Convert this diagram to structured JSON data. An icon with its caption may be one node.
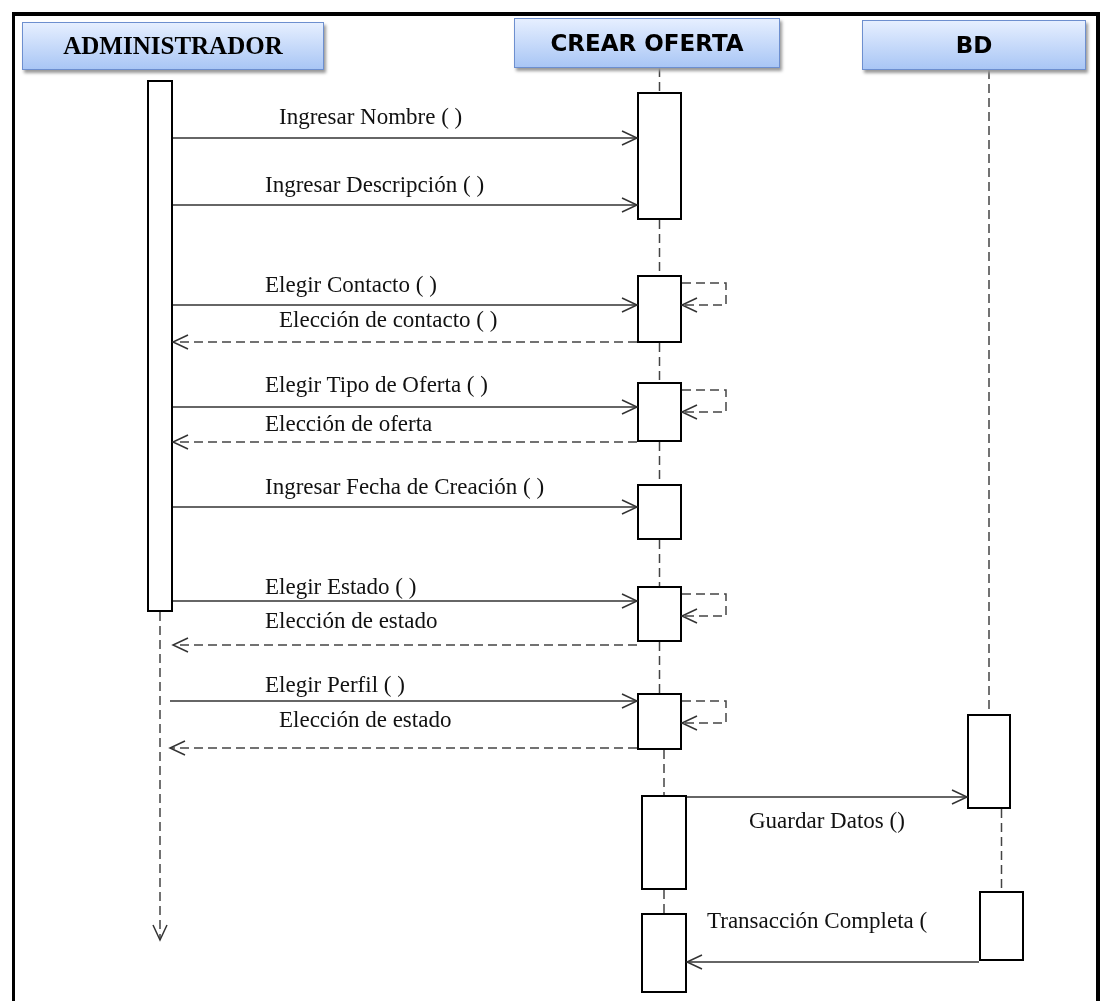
{
  "diagram": {
    "nodes": [
      {
        "text": [
          "ADMINISTRADOR"
        ]
      },
      {
        "text": [
          "CREAR  OFERTA"
        ]
      },
      {
        "text": [
          "BD"
        ]
      },
      {
        "text": [],
        "shape": "bar"
      },
      {
        "text": [],
        "shape": "bar"
      },
      {
        "text": [],
        "shape": "bar"
      },
      {
        "text": [],
        "shape": "bar"
      },
      {
        "text": [],
        "shape": "bar"
      },
      {
        "text": [],
        "shape": "bar"
      },
      {
        "text": [],
        "shape": "bar"
      },
      {
        "text": [],
        "shape": "bar"
      },
      {
        "text": [],
        "shape": "bar"
      },
      {
        "text": [],
        "shape": "bar"
      },
      {
        "text": [],
        "shape": "bar"
      }
    ],
    "edges": [
      {
        "from": 3,
        "to": 4,
        "arrow": "to",
        "label": "Ingresar Nombre ( )"
      },
      {
        "from": 3,
        "to": 4,
        "arrow": "to",
        "label": "Ingresar Descripción ( )"
      },
      {
        "from": 3,
        "to": 5,
        "arrow": "to",
        "label": "Elegir Contacto ( )"
      },
      {
        "from": 5,
        "to": 5,
        "arrow": "to",
        "style": "dashed"
      },
      {
        "from": 5,
        "to": 3,
        "arrow": "to",
        "style": "dashed",
        "label": "Elección de contacto ( )"
      },
      {
        "from": 3,
        "to": 6,
        "arrow": "to",
        "label": "Elegir Tipo de Oferta ( )"
      },
      {
        "from": 6,
        "to": 6,
        "arrow": "to",
        "style": "dashed"
      },
      {
        "from": 6,
        "to": 3,
        "arrow": "to",
        "style": "dashed",
        "label": "Elección de oferta"
      },
      {
        "from": 3,
        "to": 7,
        "arrow": "to",
        "label": "Ingresar Fecha de Creación ( )"
      },
      {
        "from": 3,
        "to": 8,
        "arrow": "to",
        "label": "Elegir Estado ( )"
      },
      {
        "from": 8,
        "to": 8,
        "arrow": "to",
        "style": "dashed"
      },
      {
        "from": 8,
        "to": 3,
        "arrow": "to",
        "style": "dashed",
        "label": "Elección de estado"
      },
      {
        "from": null,
        "to": 9,
        "arrow": "to",
        "label": "Elegir Perfil ( )"
      },
      {
        "from": 9,
        "to": 9,
        "arrow": "to",
        "style": "dashed"
      },
      {
        "from": 9,
        "to": null,
        "arrow": "to",
        "style": "dashed",
        "label": "Elección de estado"
      },
      {
        "from": 11,
        "to": 10,
        "arrow": "to",
        "label": "Guardar Datos ()"
      },
      {
        "from": 12,
        "to": 13,
        "arrow": "to",
        "label": "Transacción Completa ("
      },
      {
        "from": 1,
        "to": 4,
        "arrow": "none",
        "style": "dashed"
      },
      {
        "from": 4,
        "to": 5,
        "arrow": "none",
        "style": "dashed"
      },
      {
        "from": 5,
        "to": 6,
        "arrow": "none",
        "style": "dashed"
      },
      {
        "from": 6,
        "to": 7,
        "arrow": "none",
        "style": "dashed"
      },
      {
        "from": 7,
        "to": 8,
        "arrow": "none",
        "style": "dashed"
      },
      {
        "from": 8,
        "to": 9,
        "arrow": "none",
        "style": "dashed"
      },
      {
        "from": 9,
        "to": 11,
        "arrow": "none",
        "style": "dashed"
      },
      {
        "from": 11,
        "to": 13,
        "arrow": "none",
        "style": "dashed"
      },
      {
        "from": 2,
        "to": 10,
        "arrow": "none",
        "style": "dashed"
      },
      {
        "from": 10,
        "to": 12,
        "arrow": "none",
        "style": "dashed"
      },
      {
        "from": 3,
        "to": null,
        "arrow": "to",
        "style": "dashed"
      }
    ]
  }
}
